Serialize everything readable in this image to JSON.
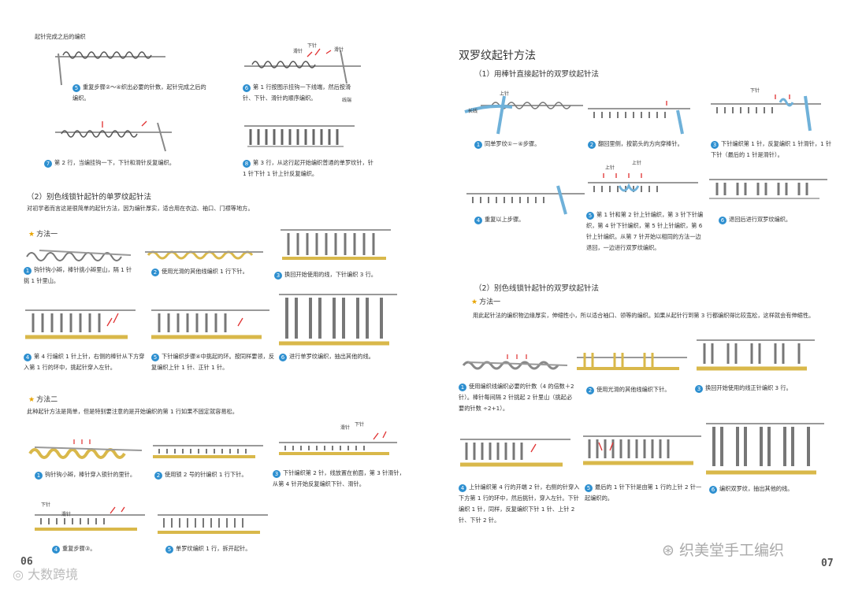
{
  "colors": {
    "blue": "#6fb1d9",
    "yellow": "#d9b84a",
    "red": "#e03030",
    "accent": "#2d8fd0",
    "star": "#e8a400"
  },
  "left": {
    "header_caption": "起针完成之后的编织",
    "steps_top": [
      {
        "num": "5",
        "text": "重复步骤②～④织出必要的针数，起针完成之后的编织。"
      },
      {
        "num": "6",
        "text": "第 1 行按图示挂钩一下线端，然后按滑针、下针、滑针的顺序编织。",
        "tag": "线端"
      },
      {
        "num": "7",
        "text": "第 2 行，当编挂钩一下，下针和滑针反复编织。"
      },
      {
        "num": "8",
        "text": "第 3 行，从这行起开始编织普通的单罗纹针，针 1 针下针 1 针上针反复编织。"
      }
    ],
    "labels_top": {
      "a": "下针",
      "b": "滑针",
      "c": "滑针"
    },
    "section2": {
      "title": "（2）别色线锁针起针的单罗纹起针法",
      "desc": "对初学者而言这是很简单的起针方法，因为编针厚实，适合用在衣边、袖口、门襟等地方。"
    },
    "method1": {
      "title": "方法一",
      "steps": [
        {
          "num": "1",
          "text": "钩针钩小辫，棒针挑小辫里山，隔 1 针挑 1 针里山。"
        },
        {
          "num": "2",
          "text": "使用光滑的其他线编织 1 行下针。"
        },
        {
          "num": "3",
          "text": "换回开始使用的线，下针编织 3 行。"
        },
        {
          "num": "4",
          "text": "第 4 行编织 1 针上针，右侧的棒针从下方穿入第 1 行的环中，挑起针穿入左针。"
        },
        {
          "num": "5",
          "text": "下针编织步骤④中挑起的环。按同样要领，反复编织上针 1 针、正针 1 针。"
        },
        {
          "num": "6",
          "text": "进行单罗纹编织，抽出其他的线。"
        }
      ]
    },
    "method2": {
      "title": "方法二",
      "desc": "此种起针方法是简单，但是特别要注意的是开始编织的第 1 行如果不固定就容易松。",
      "steps": [
        {
          "num": "1",
          "text": "钩针钩小辫，棒针穿入锁针的里针。"
        },
        {
          "num": "2",
          "text": "使用锁 2 号的针编织 1 行下针。"
        },
        {
          "num": "3",
          "text": "下针编织第 2 针，线放置在前面，第 3 针滑针，从第 4 针开始反复编织下针、滑针。"
        },
        {
          "num": "4",
          "text": "重复步骤③。"
        },
        {
          "num": "5",
          "text": "单罗纹编织 1 行，拆开起针。"
        }
      ],
      "labels": {
        "a": "滑针",
        "b": "下针",
        "c": "下针",
        "d": "滑针"
      }
    },
    "page_number": "06",
    "watermark": "大数跨境"
  },
  "right": {
    "title": "双罗纹起针方法",
    "section1": {
      "title": "（1）用棒针直接起针的双罗纹起针法",
      "steps": [
        {
          "num": "1",
          "text": "同单罗纹①－④步骤。"
        },
        {
          "num": "2",
          "text": "翻回里侧，按箭头的方向穿棒针。"
        },
        {
          "num": "3",
          "text": "下针编织第 1 针，反复编织 1 针滑针，1 针下针（最后的 1 针是滑针）。"
        },
        {
          "num": "4",
          "text": "重复以上步骤。"
        },
        {
          "num": "5",
          "text": "第 1 针和第 2 针上针编织，第 3 针下针编织，第 4 针下针编织，第 5 针上针编织，第 6 针上针编织。从第 7 针开始以相同的方法一边退回，一边进行双罗纹编织。"
        },
        {
          "num": "6",
          "text": "退回后进行双罗纹编织。"
        }
      ],
      "labels": {
        "long": "长线",
        "up": "上针",
        "down": "下针",
        "up2": "上针",
        "up3": "上针"
      }
    },
    "section2": {
      "title": "（2）别色线锁针起针的双罗纹起针法",
      "method1": "方法一",
      "desc": "用此起针法的编织物边缘厚实，伸缩性小，所以适合袖口、领等的编织。如果从起针行到第 3 行都编织得比较宽松，这样就会有伸缩性。",
      "steps": [
        {
          "num": "1",
          "text": "使用编织线编织必要的针数（4 的倍数＋2 针）。棒针每间隔 2 针挑起 2 针里山（挑起必要的针数 ÷2+1）。"
        },
        {
          "num": "2",
          "text": "使用光滑的其他线编织下针。"
        },
        {
          "num": "3",
          "text": "换回开始使用的线正针编织 3 行。"
        },
        {
          "num": "4",
          "text": "上针编织第 4 行的开端 2 针，右侧的针穿入下方第 1 行的环中，然后挑针，穿入左针。下针编织 1 针，同样，反复编织下针 1 针、上针 2 针、下针 2 针。"
        },
        {
          "num": "5",
          "text": "最后的 1 针下针是由第 1 行的上针 2 针一起编织的。"
        },
        {
          "num": "6",
          "text": "编织双罗纹，抽出其他的线。"
        }
      ]
    },
    "page_number": "07",
    "watermark": "织美堂手工编织"
  }
}
